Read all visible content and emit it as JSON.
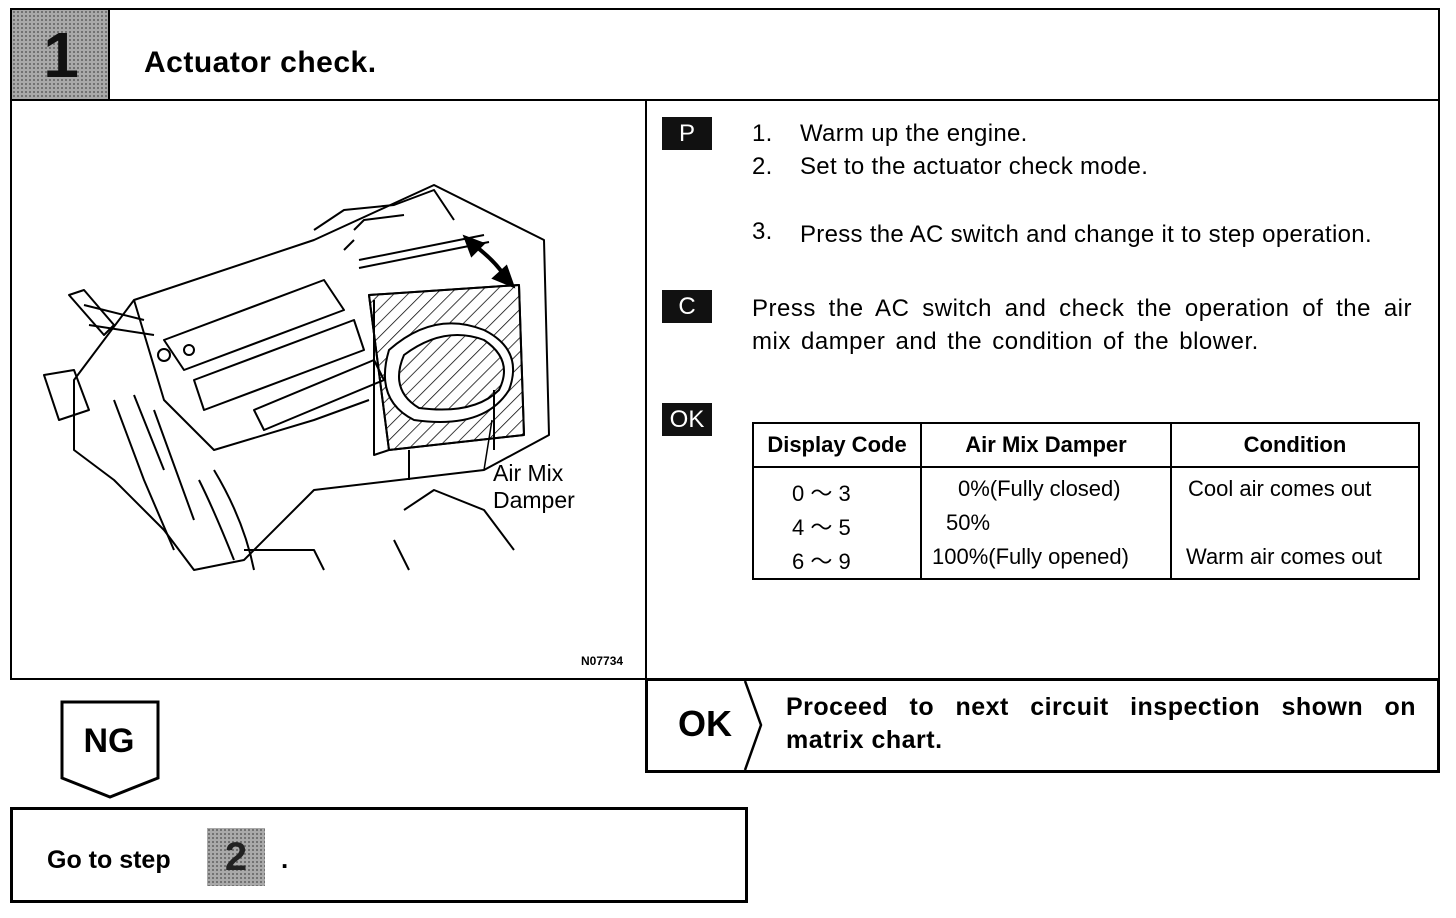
{
  "header": {
    "step_number": "1",
    "title": "Actuator check."
  },
  "figure": {
    "label": "Air Mix\nDamper",
    "code": "N07734"
  },
  "tags": {
    "p": "P",
    "c": "C",
    "ok": "OK"
  },
  "procedure": [
    {
      "num": "1.",
      "text": "Warm up the engine."
    },
    {
      "num": "2.",
      "text": "Set to the actuator check mode."
    },
    {
      "num": "3.",
      "text": "Press the AC switch and change it to step operation."
    }
  ],
  "check_text": "Press the AC switch and check the operation of the air mix damper and the condition of the blower.",
  "table": {
    "headers": [
      "Display Code",
      "Air Mix Damper",
      "Condition"
    ],
    "rows": [
      {
        "code": "0 ～ 3",
        "damper": "0%(Fully closed)",
        "condition": "Cool air comes out"
      },
      {
        "code": "4 ～ 5",
        "damper": "50%",
        "condition": ""
      },
      {
        "code": "6 ～ 9",
        "damper": "100%(Fully opened)",
        "condition": "Warm air comes out"
      }
    ]
  },
  "ok_result": {
    "label": "OK",
    "text": "Proceed to next circuit inspection shown on matrix chart."
  },
  "ng_result": {
    "label": "NG",
    "goto_text": "Go to step",
    "goto_step": "2",
    "goto_period": "."
  }
}
